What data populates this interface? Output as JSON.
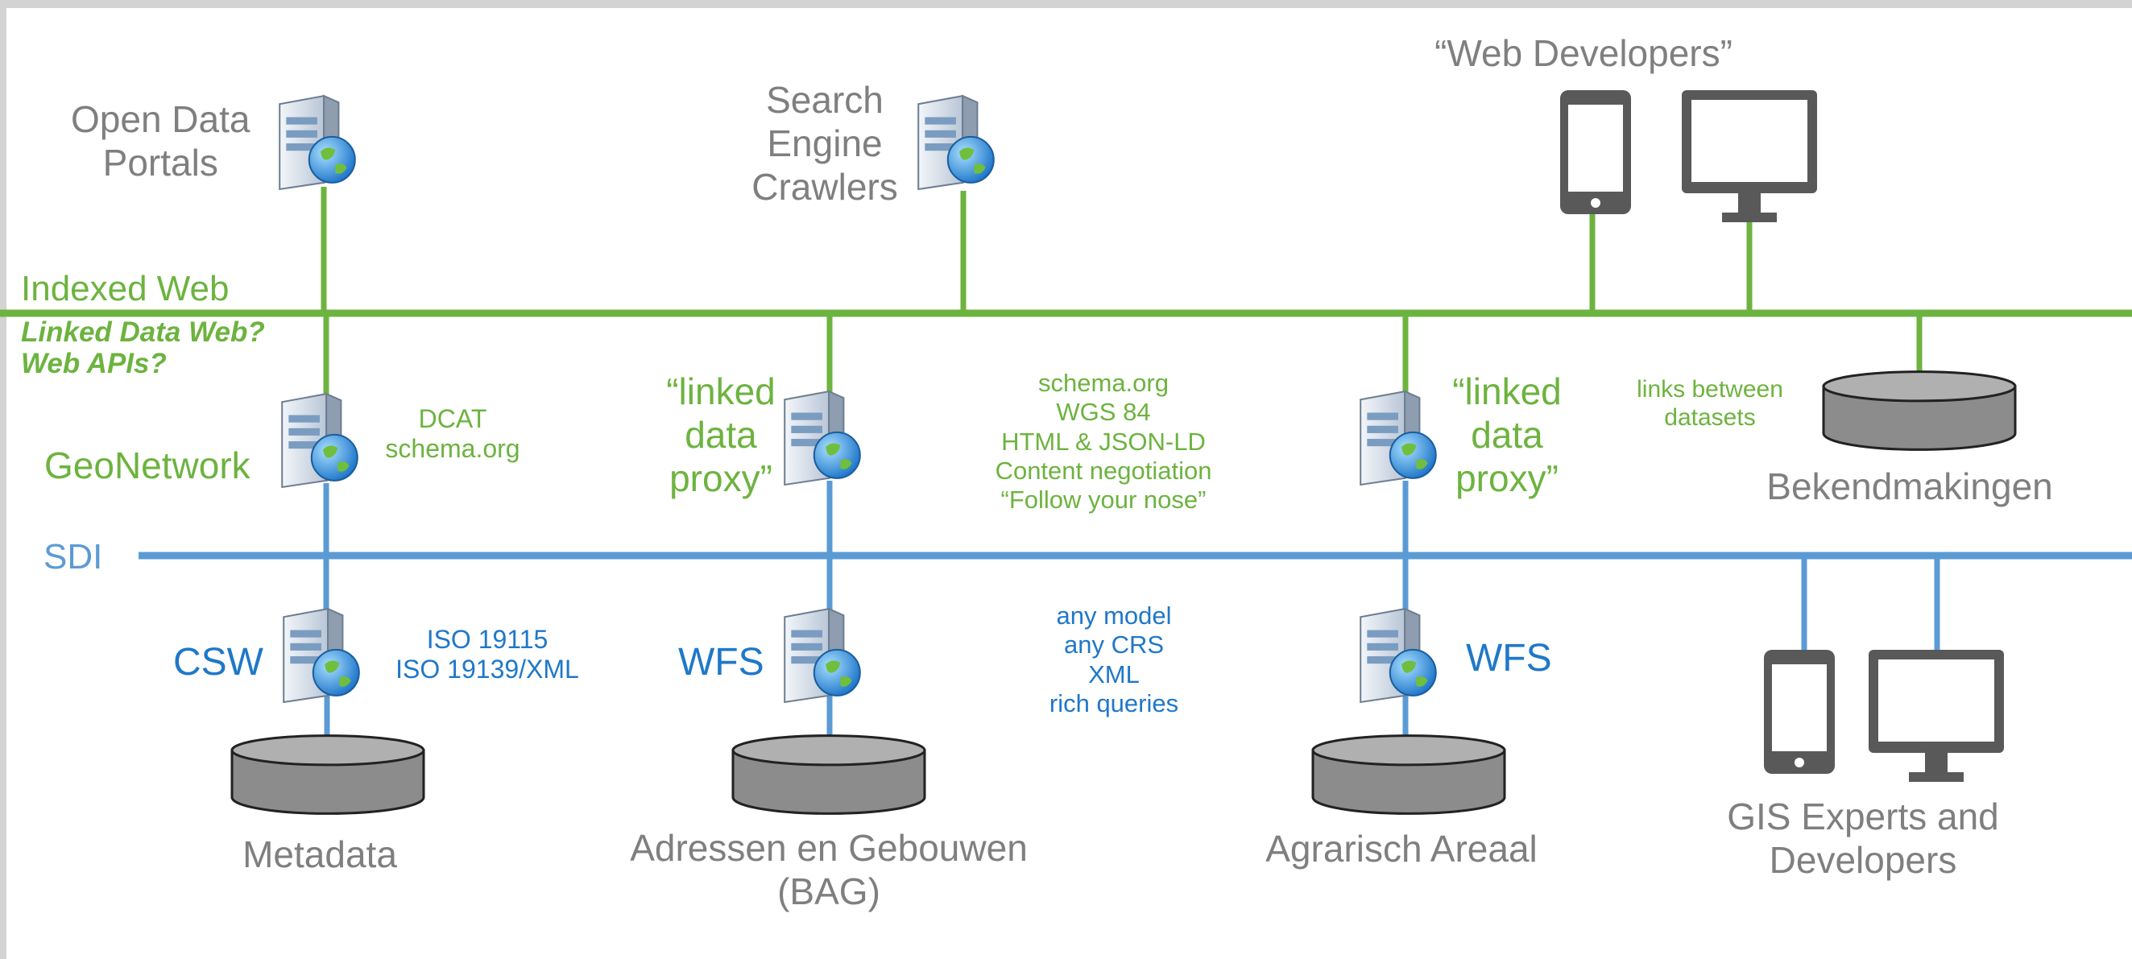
{
  "layers": {
    "indexed_web": "Indexed Web",
    "indexed_web_sub": "Linked Data Web?\nWeb APIs?",
    "sdi": "SDI"
  },
  "consumers": {
    "open_data_portals": "Open Data\nPortals",
    "search_engine_crawlers": "Search\nEngine\nCrawlers",
    "web_developers": "“Web Developers”",
    "gis_experts": "GIS Experts and\nDevelopers"
  },
  "services": {
    "geonetwork": "GeoNetwork",
    "geonetwork_standards": "DCAT\nschema.org",
    "proxy_1": "“linked\ndata\nproxy”",
    "proxy_2": "“linked\ndata\nproxy”",
    "proxy_features": "schema.org\nWGS 84\nHTML & JSON-LD\nContent negotiation\n“Follow your nose”",
    "csw": "CSW",
    "csw_standards": "ISO 19115\nISO 19139/XML",
    "wfs_1": "WFS",
    "wfs_2": "WFS",
    "wfs_features": "any model\nany CRS\nXML\nrich queries",
    "links_between": "links between\ndatasets"
  },
  "datasets": {
    "metadata": "Metadata",
    "bag": "Adressen en Gebouwen\n(BAG)",
    "agrarisch": "Agrarisch Areaal",
    "bekendmakingen": "Bekendmakingen"
  },
  "colors": {
    "green": "#6db33f",
    "blue": "#1f78c8",
    "sdi_line": "#5b9bd5",
    "gray_text": "#7f7f7f",
    "device": "#595959",
    "database": "#8c8c8c"
  }
}
